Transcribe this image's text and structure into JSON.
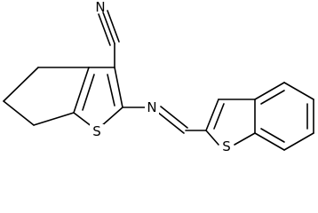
{
  "structure": {
    "atoms": {
      "nitrile_n": "N",
      "imine_n": "N",
      "thiophene_s": "S",
      "benzothiophene_s": "S"
    }
  }
}
